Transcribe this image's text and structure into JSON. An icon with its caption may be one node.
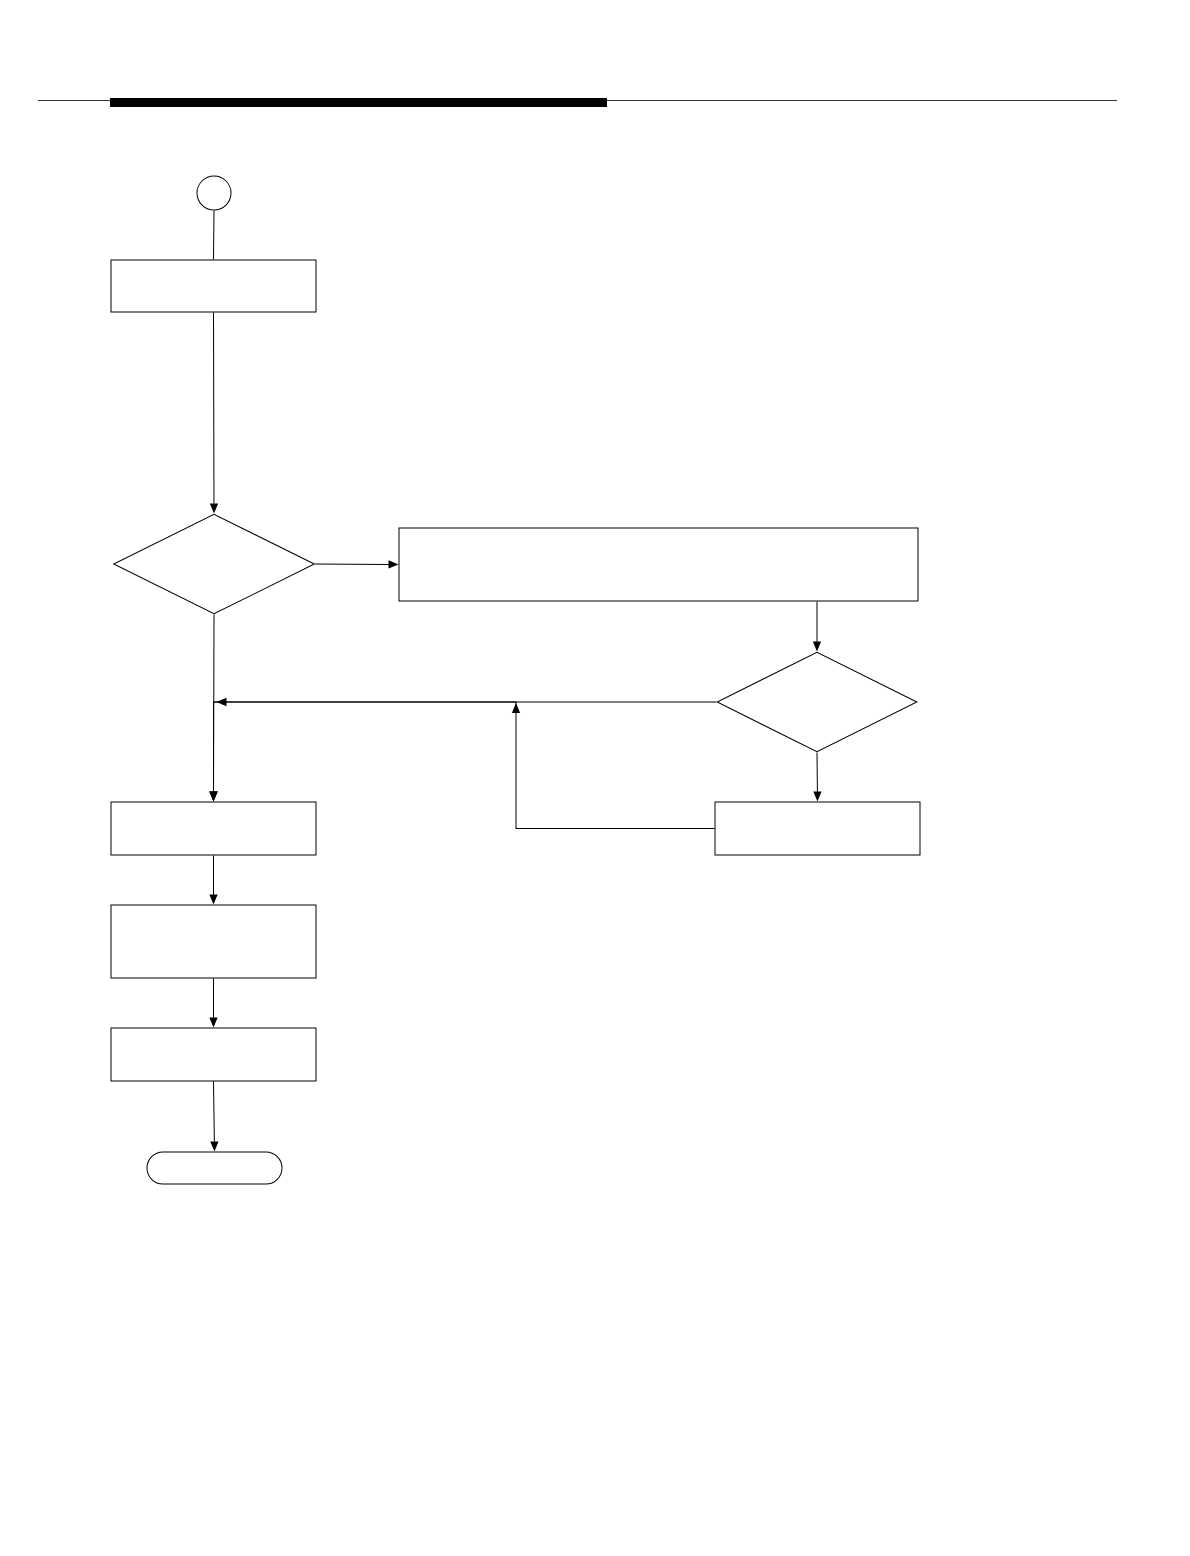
{
  "diagram": {
    "nodes": [
      {
        "text": [],
        "shape": "circle"
      },
      {
        "text": [],
        "shape": "box"
      },
      {
        "text": [],
        "shape": "diamond"
      },
      {
        "text": [],
        "shape": "box"
      },
      {
        "text": [],
        "shape": "diamond"
      },
      {
        "text": [],
        "shape": "box"
      },
      {
        "text": [],
        "shape": "box"
      },
      {
        "text": [],
        "shape": "box"
      },
      {
        "text": [],
        "shape": "box"
      },
      {
        "text": [],
        "shape": "pill"
      }
    ],
    "edges": [
      {
        "from": 0,
        "to": 1,
        "arrow": "none"
      },
      {
        "from": 1,
        "to": 2,
        "arrow": "to"
      },
      {
        "from": 2,
        "to": 3,
        "arrow": "to"
      },
      {
        "from": 3,
        "to": 4,
        "arrow": "to"
      },
      {
        "from": 2,
        "to": 5,
        "arrow": "to"
      },
      {
        "from": 4,
        "to": 5,
        "arrow": "to"
      },
      {
        "from": 4,
        "to": 6,
        "arrow": "to"
      },
      {
        "from": 6,
        "to": 5,
        "arrow": "to"
      },
      {
        "from": 5,
        "to": 7,
        "arrow": "to"
      },
      {
        "from": 7,
        "to": 8,
        "arrow": "to"
      },
      {
        "from": 8,
        "to": 9,
        "arrow": "to"
      }
    ]
  }
}
